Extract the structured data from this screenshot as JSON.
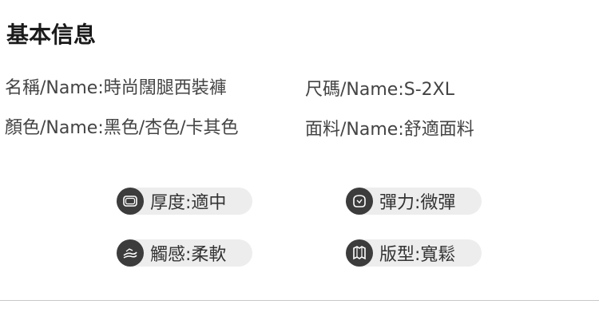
{
  "section_title": "基本信息",
  "info": {
    "name": "名稱/Name:時尚闊腿西裝褲",
    "size": "尺碼/Name:S-2XL",
    "color": "顏色/Name:黑色/杏色/卡其色",
    "fabric": "面料/Name:舒適面料"
  },
  "attributes": {
    "thickness": {
      "label": "厚度:適中",
      "icon": "thickness-icon"
    },
    "elasticity": {
      "label": "彈力:微彈",
      "icon": "elasticity-icon"
    },
    "touch": {
      "label": "觸感:柔軟",
      "icon": "touch-icon"
    },
    "fit": {
      "label": "版型:寬鬆",
      "icon": "fit-icon"
    }
  },
  "colors": {
    "icon_bg": "#3c3c3c",
    "pill_bg": "#ededed"
  }
}
